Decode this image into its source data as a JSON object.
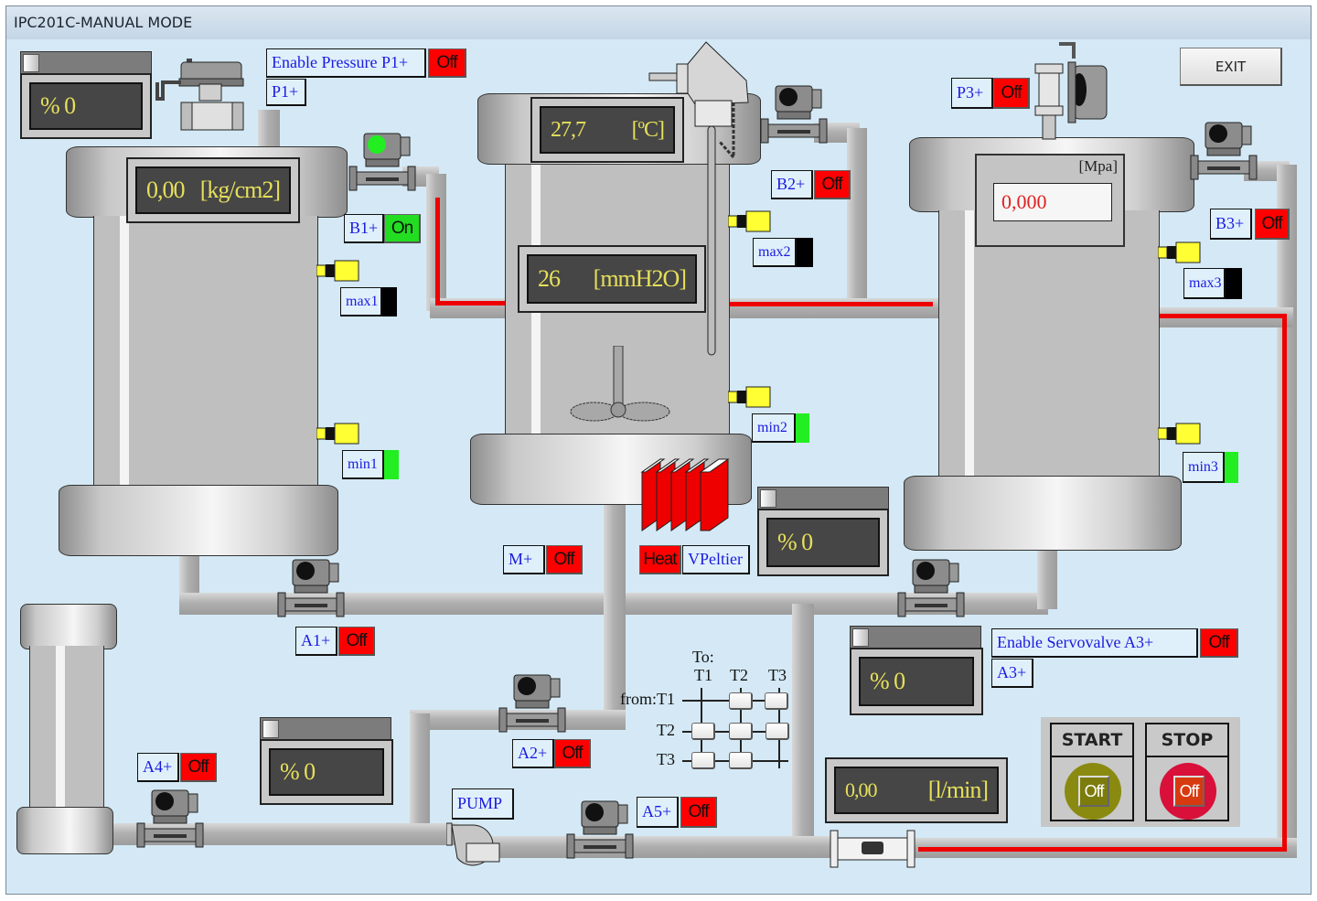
{
  "window": {
    "title": "IPC201C-MANUAL MODE",
    "exit_label": "EXIT"
  },
  "colors": {
    "off": "#ff0000",
    "on": "#22dd22",
    "background": "#d4e9f5",
    "lcd_text": "#e6e05a",
    "pipe_flow": "#ee0000"
  },
  "tank1": {
    "pressure_value": "0,00",
    "pressure_unit": "[kg/cm2]",
    "enable_pressure_label": "Enable Pressure P1+",
    "enable_pressure_state": "Off",
    "p1_label": "P1+",
    "p1_slider_display": "% 0",
    "b1_label": "B1+",
    "b1_state": "On",
    "max_label": "max1",
    "max_state": "off",
    "min_label": "min1",
    "min_state": "on"
  },
  "tank2": {
    "temperature_value": "27,7",
    "temperature_unit": "[ºC]",
    "level_value": "26",
    "level_unit": "[mmH2O]",
    "b2_label": "B2+",
    "b2_state": "Off",
    "max_label": "max2",
    "max_state": "off",
    "min_label": "min2",
    "min_state": "on",
    "mixer_label": "M+",
    "mixer_state": "Off",
    "heat_label": "Heat",
    "peltier_label": "VPeltier",
    "peltier_display": "% 0"
  },
  "tank3": {
    "pressure_value": "0,000",
    "pressure_unit": "[Mpa]",
    "p3_label": "P3+",
    "p3_state": "Off",
    "b3_label": "B3+",
    "b3_state": "Off",
    "max_label": "max3",
    "max_state": "off",
    "min_label": "min3",
    "min_state": "on"
  },
  "valves": {
    "a1_label": "A1+",
    "a1_state": "Off",
    "a2_label": "A2+",
    "a2_state": "Off",
    "a4_label": "A4+",
    "a4_state": "Off",
    "a5_label": "A5+",
    "a5_state": "Off",
    "servo_enable_label": "Enable Servovalve A3+",
    "servo_enable_state": "Off",
    "a3_label": "A3+",
    "a3_display": "% 0"
  },
  "pump": {
    "label": "PUMP",
    "display": "% 0"
  },
  "flow": {
    "value": "0,00",
    "unit": "[l/min]"
  },
  "matrix": {
    "to_label": "To:",
    "from_label": "from:",
    "cols": [
      "T1",
      "T2",
      "T3"
    ],
    "rows": [
      "T1",
      "T2",
      "T3"
    ]
  },
  "controls": {
    "start_label": "START",
    "start_state": "Off",
    "stop_label": "STOP",
    "stop_state": "Off"
  }
}
